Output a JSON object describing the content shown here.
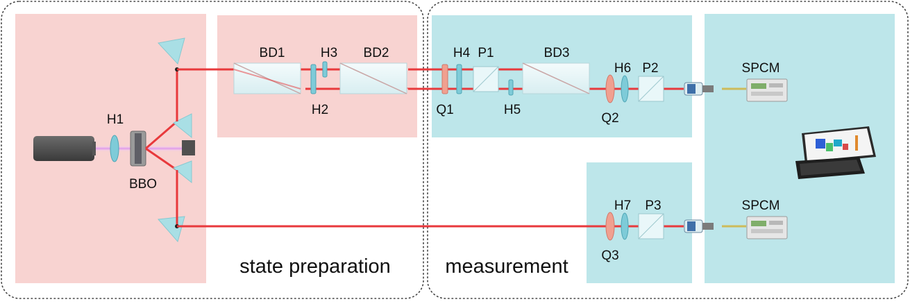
{
  "sections": {
    "state_preparation": "state preparation",
    "measurement": "measurement"
  },
  "labels": {
    "H1": "H1",
    "BBO": "BBO",
    "BD1": "BD1",
    "BD2": "BD2",
    "BD3": "BD3",
    "H2": "H2",
    "H3": "H3",
    "H4": "H4",
    "H5": "H5",
    "H6": "H6",
    "H7": "H7",
    "P1": "P1",
    "P2": "P2",
    "P3": "P3",
    "Q1": "Q1",
    "Q2": "Q2",
    "Q3": "Q3",
    "SPCM_top": "SPCM",
    "SPCM_bottom": "SPCM"
  },
  "colors": {
    "pink_panel": "#f8d3d1",
    "cyan_panel": "#bde6ea",
    "beam_red": "#e8393c",
    "pump_violet": "#d98ce0",
    "hwp_blue": "#7ecbd8",
    "qwp_orange": "#f0a090",
    "prism_cyan": "#a9dfe5"
  },
  "icons": [
    "laser-icon",
    "monitor-icon",
    "keyboard-icon",
    "spcm-detector-icon",
    "fiber-coupler-icon"
  ]
}
